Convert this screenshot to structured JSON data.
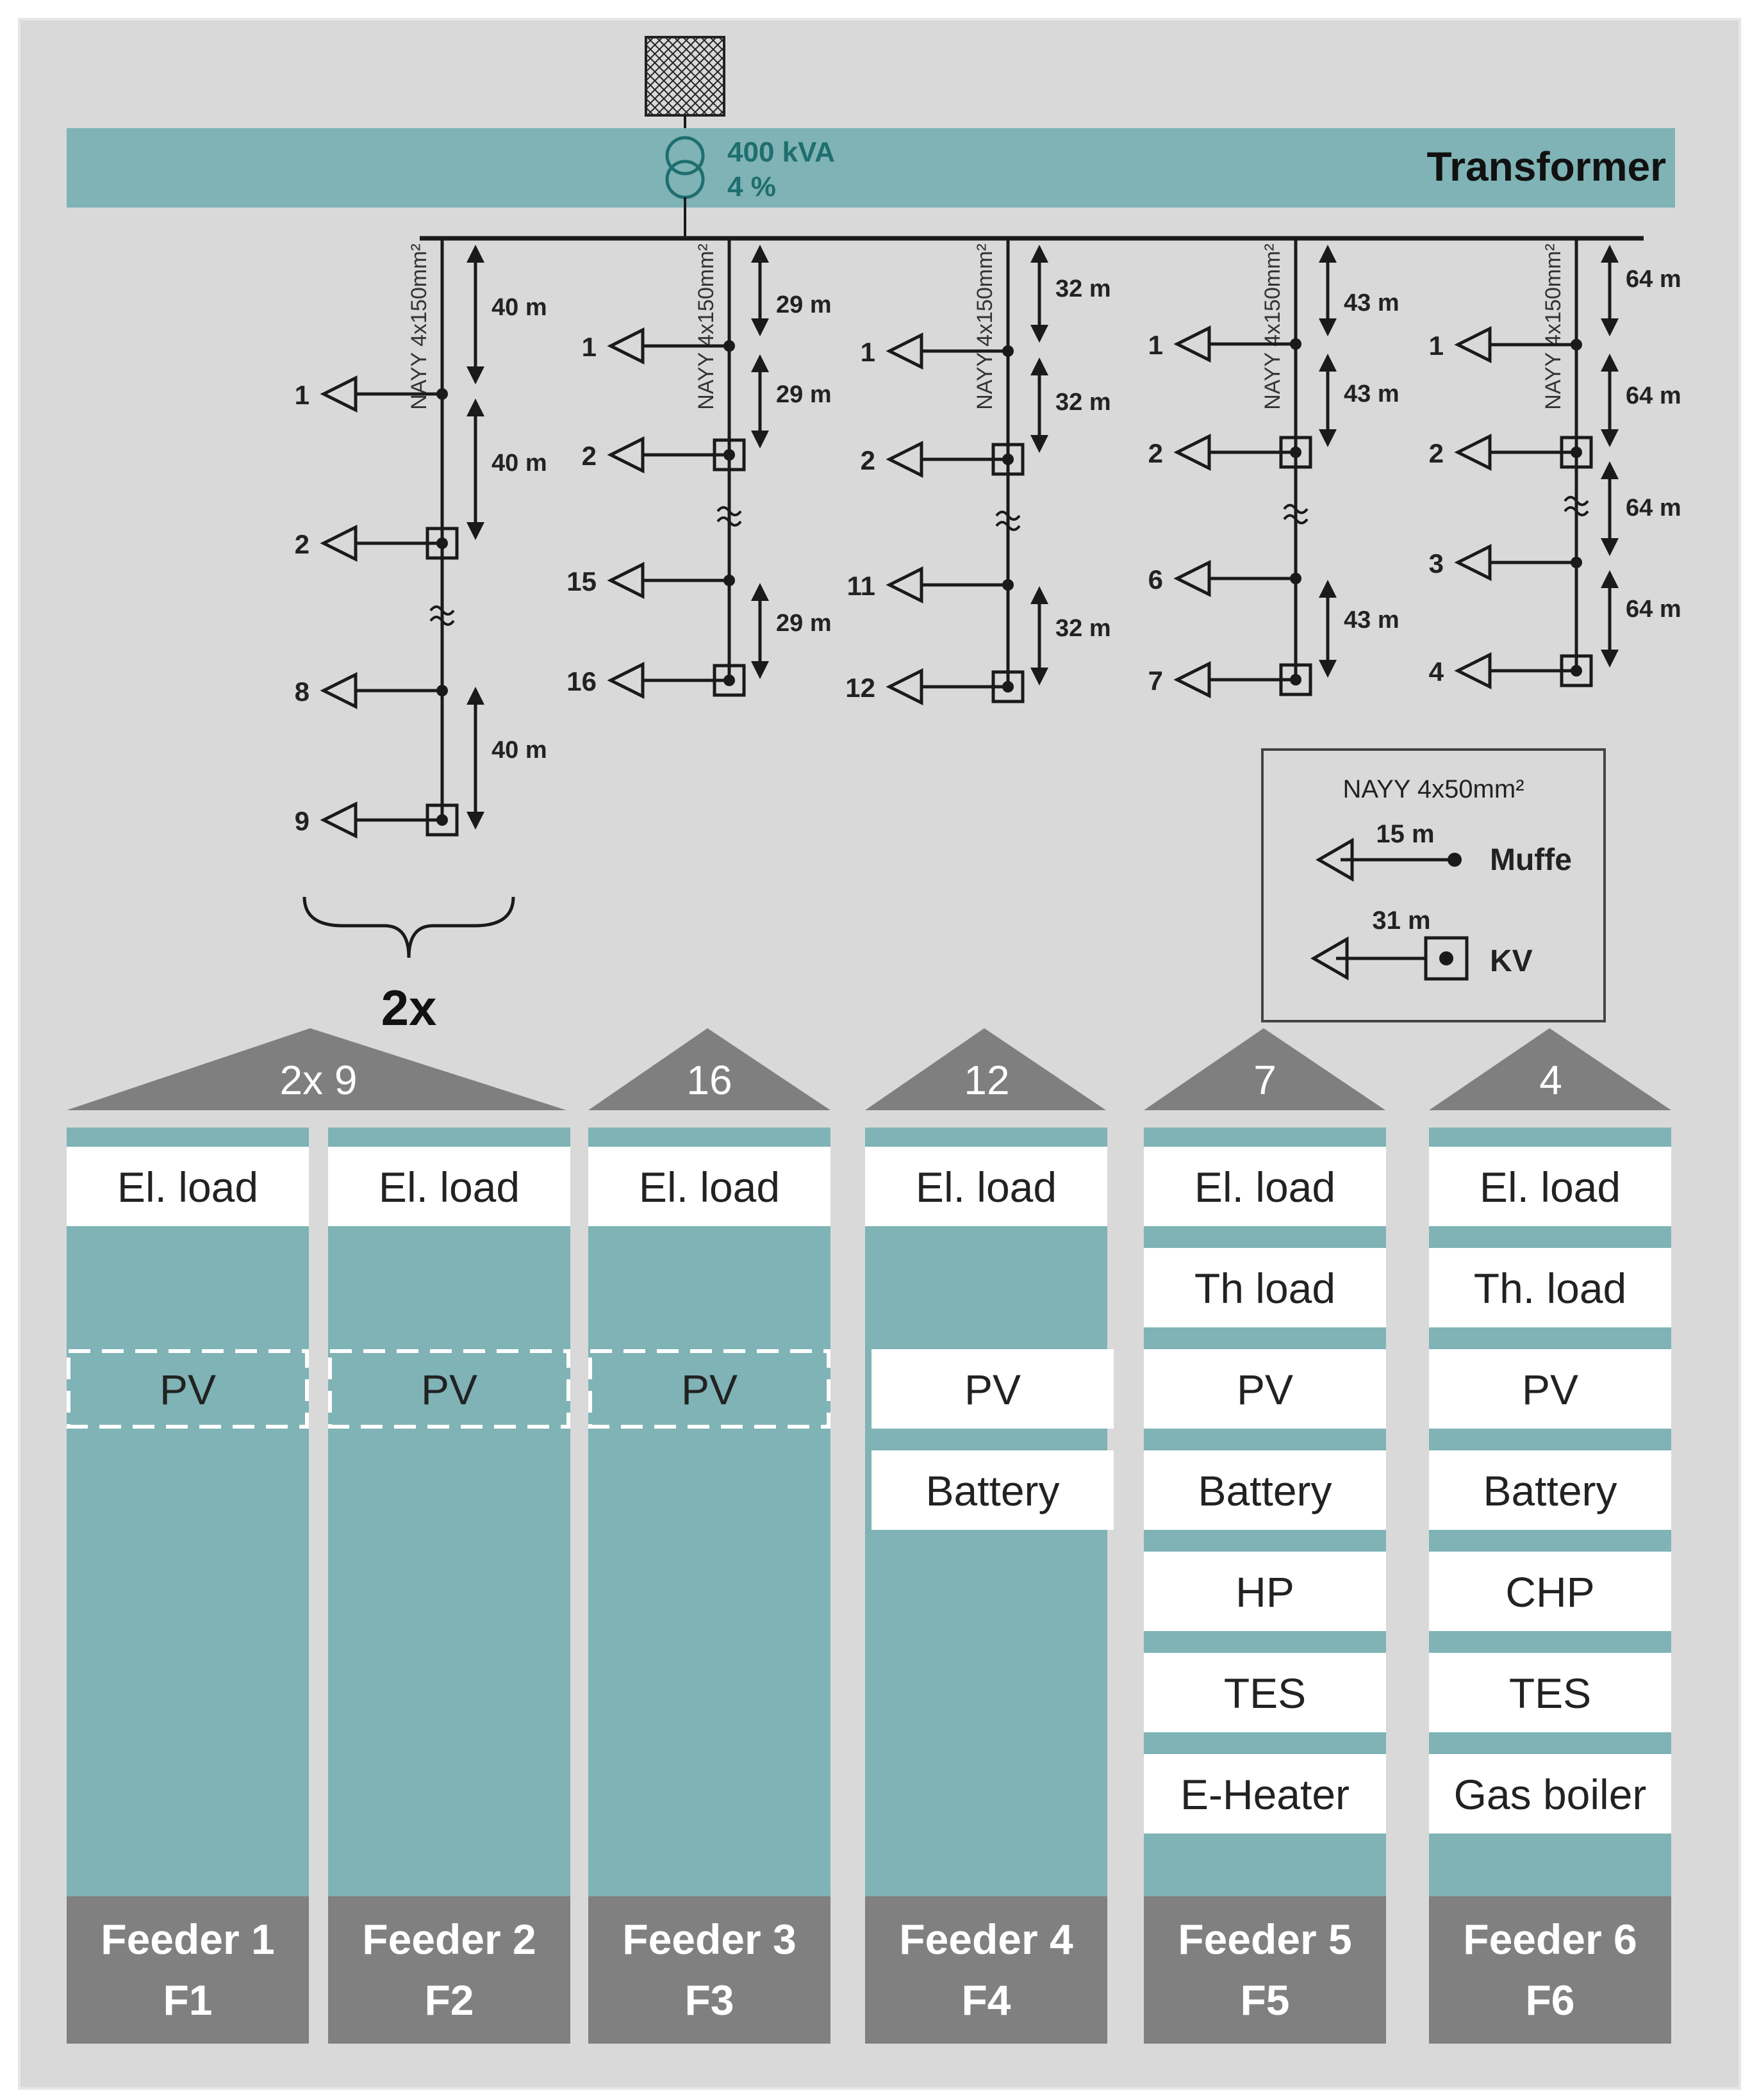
{
  "transformer": {
    "label": "Transformer",
    "rating": "400 kVA",
    "impedance": "4 %"
  },
  "cable_type": "NAYY 4x150mm²",
  "feeders_top": [
    {
      "id": "f1",
      "spacing": "40 m",
      "nodes": [
        {
          "label": "1",
          "kind": "muffe"
        },
        {
          "label": "2",
          "kind": "kv"
        },
        {
          "label": "8",
          "kind": "muffe"
        },
        {
          "label": "9",
          "kind": "kv"
        }
      ],
      "multiplier": "2x"
    },
    {
      "id": "f3",
      "spacing": "29 m",
      "nodes": [
        {
          "label": "1",
          "kind": "muffe"
        },
        {
          "label": "2",
          "kind": "kv"
        },
        {
          "label": "15",
          "kind": "muffe"
        },
        {
          "label": "16",
          "kind": "kv"
        }
      ]
    },
    {
      "id": "f4",
      "spacing": "32 m",
      "nodes": [
        {
          "label": "1",
          "kind": "muffe"
        },
        {
          "label": "2",
          "kind": "kv"
        },
        {
          "label": "11",
          "kind": "muffe"
        },
        {
          "label": "12",
          "kind": "kv"
        }
      ]
    },
    {
      "id": "f5",
      "spacing": "43 m",
      "nodes": [
        {
          "label": "1",
          "kind": "muffe"
        },
        {
          "label": "2",
          "kind": "kv"
        },
        {
          "label": "6",
          "kind": "muffe"
        },
        {
          "label": "7",
          "kind": "kv"
        }
      ]
    },
    {
      "id": "f6",
      "spacing": "64 m",
      "nodes": [
        {
          "label": "1",
          "kind": "muffe"
        },
        {
          "label": "2",
          "kind": "kv"
        },
        {
          "label": "3",
          "kind": "muffe"
        },
        {
          "label": "4",
          "kind": "kv"
        }
      ]
    }
  ],
  "legend": {
    "cable": "NAYY 4x50mm²",
    "muffe_length": "15 m",
    "muffe_label": "Muffe",
    "kv_length": "31 m",
    "kv_label": "KV"
  },
  "counts": [
    "2x 9",
    "16",
    "12",
    "7",
    "4"
  ],
  "columns": [
    {
      "name": "Feeder 1",
      "code": "F1",
      "items": [
        {
          "label": "El. load",
          "style": "solid"
        },
        null,
        {
          "label": "PV",
          "style": "dashed"
        },
        null,
        null,
        null,
        null
      ]
    },
    {
      "name": "Feeder 2",
      "code": "F2",
      "items": [
        {
          "label": "El. load",
          "style": "solid"
        },
        null,
        {
          "label": "PV",
          "style": "dashed"
        },
        null,
        null,
        null,
        null
      ]
    },
    {
      "name": "Feeder 3",
      "code": "F3",
      "items": [
        {
          "label": "El. load",
          "style": "solid"
        },
        null,
        {
          "label": "PV",
          "style": "dashed"
        },
        null,
        null,
        null,
        null
      ]
    },
    {
      "name": "Feeder 4",
      "code": "F4",
      "items": [
        {
          "label": "El. load",
          "style": "solid"
        },
        null,
        {
          "label": "PV",
          "style": "solid"
        },
        {
          "label": "Battery",
          "style": "solid"
        },
        null,
        null,
        null
      ]
    },
    {
      "name": "Feeder 5",
      "code": "F5",
      "items": [
        {
          "label": "El. load",
          "style": "solid"
        },
        {
          "label": "Th load",
          "style": "solid"
        },
        {
          "label": "PV",
          "style": "solid"
        },
        {
          "label": "Battery",
          "style": "solid"
        },
        {
          "label": "HP",
          "style": "solid"
        },
        {
          "label": "TES",
          "style": "solid"
        },
        {
          "label": "E-Heater",
          "style": "solid"
        }
      ]
    },
    {
      "name": "Feeder 6",
      "code": "F6",
      "items": [
        {
          "label": "El. load",
          "style": "solid"
        },
        {
          "label": "Th. load",
          "style": "solid"
        },
        {
          "label": "PV",
          "style": "solid"
        },
        {
          "label": "Battery",
          "style": "solid"
        },
        {
          "label": "CHP",
          "style": "solid"
        },
        {
          "label": "TES",
          "style": "solid"
        },
        {
          "label": "Gas boiler",
          "style": "solid"
        }
      ]
    }
  ],
  "colors": {
    "panel": "#d9d9d9",
    "teal": "#7fb3b5",
    "dark_gray": "#808080",
    "line": "#1a1a1a",
    "white": "#ffffff"
  }
}
